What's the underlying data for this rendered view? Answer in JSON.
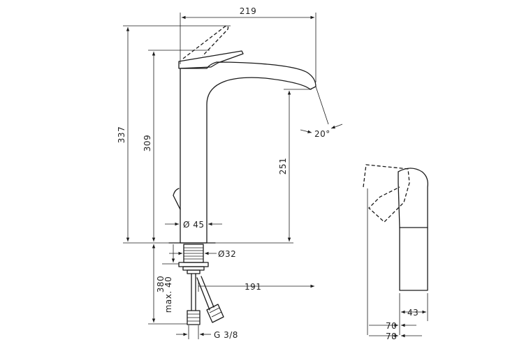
{
  "dimensions": {
    "overall_width": "219",
    "overall_height": "337",
    "body_height": "309",
    "spout_height": "251",
    "spout_angle": "20°",
    "body_diameter": "Ø 45",
    "thread_diameter": "Ø32",
    "spout_reach": "191",
    "hose_length": "380",
    "max_thickness": "max. 40",
    "connection": "G 3/8",
    "handle_width": "43",
    "handle_depth_a": "70",
    "handle_depth_b": "78"
  }
}
